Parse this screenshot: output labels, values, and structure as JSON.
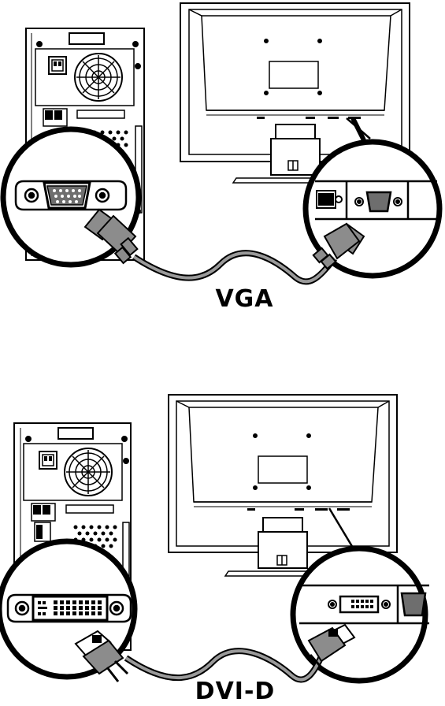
{
  "diagrams": [
    {
      "id": "vga",
      "label": "VGA"
    },
    {
      "id": "dvi",
      "label": "DVI-D"
    }
  ],
  "icons": [
    "computer-tower-icon",
    "monitor-rear-icon",
    "vga-port-icon",
    "dvi-port-icon",
    "cable-icon",
    "magnifier-circle-icon",
    "fan-icon",
    "power-socket-icon"
  ]
}
